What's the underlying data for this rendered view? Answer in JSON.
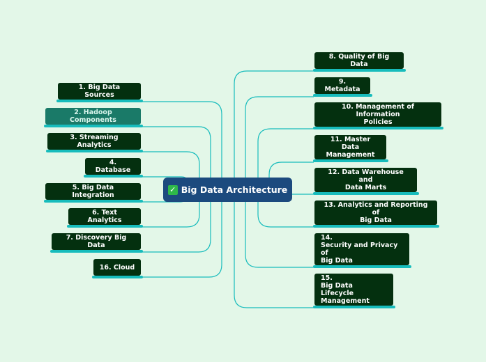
{
  "central": {
    "title": "Big Data Architecture",
    "icon": "check-mark-icon"
  },
  "left_topics": [
    "1. Big Data Sources",
    "2. Hadoop Components",
    "3. Streaming Analytics",
    "4. Database",
    "5. Big Data Integration",
    "6. Text Analytics",
    "7. Discovery Big Data",
    "16. Cloud"
  ],
  "right_topics": [
    "8. Quality of Big Data",
    "9. Metadata",
    "10. Management of Information\nPolicies",
    "11. Master Data\nManagement",
    "12. Data Warehouse and\nData Marts",
    "13. Analytics and Reporting of\nBig Data",
    "14.\nSecurity and Privacy of\nBig Data",
    "15.\nBig Data Lifecycle\nManagement"
  ],
  "colors": {
    "background": "#e3f7e8",
    "node": "#04300f",
    "node_highlight": "#1a7a68",
    "central": "#1c4a7e",
    "connector": "#17bcbc"
  }
}
